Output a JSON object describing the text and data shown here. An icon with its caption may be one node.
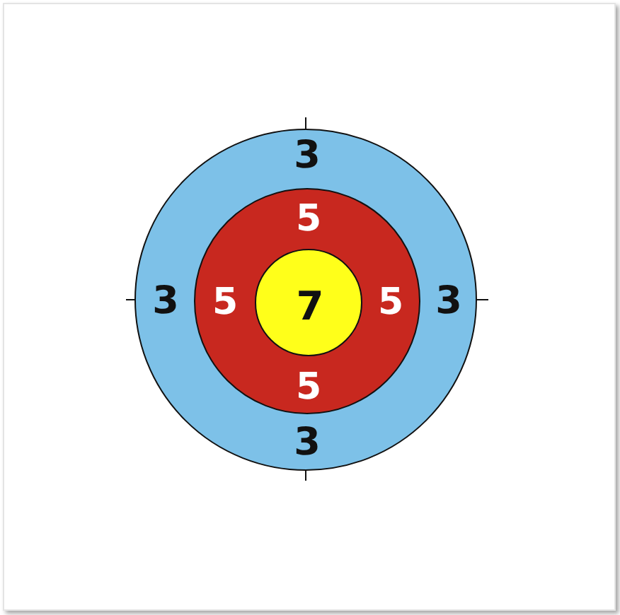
{
  "diagram": {
    "nodes": [
      {
        "text": [
          "3",
          "3",
          "3",
          "3"
        ]
      },
      {
        "text": [
          "5",
          "5",
          "5",
          "5"
        ],
        "in": 0
      },
      {
        "text": [
          "7"
        ],
        "in": 1
      }
    ]
  }
}
